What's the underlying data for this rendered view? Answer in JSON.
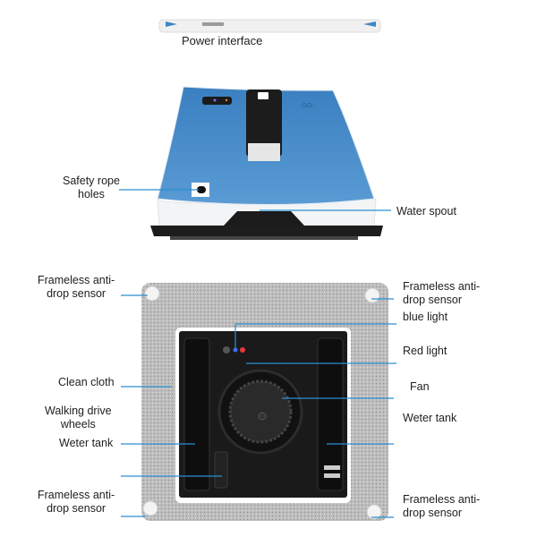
{
  "colors": {
    "leader_line": "#2a8fd1",
    "body_blue": "#3f86c4",
    "cloth": "#b9b9b9",
    "panel": "#1a1a1a"
  },
  "top_section": {
    "power_interface": "Power interface"
  },
  "middle_section": {
    "safety_rope_holes": [
      "Safety rope",
      "holes"
    ],
    "water_spout": "Water spout"
  },
  "bottom_section": {
    "left": {
      "sensor_top": [
        "Frameless anti-",
        "drop sensor"
      ],
      "clean_cloth": "Clean cloth",
      "walking_drive_wheels": [
        "Walking drive",
        "wheels"
      ],
      "water_tank": "Weter tank",
      "sensor_bottom": [
        "Frameless anti-",
        "drop sensor"
      ]
    },
    "right": {
      "sensor_top": [
        "Frameless anti-",
        "drop sensor"
      ],
      "blue_light": "blue light",
      "red_light": "Red light",
      "fan": "Fan",
      "water_tank": "Weter tank",
      "sensor_bottom": [
        "Frameless anti-",
        "drop sensor"
      ]
    }
  }
}
